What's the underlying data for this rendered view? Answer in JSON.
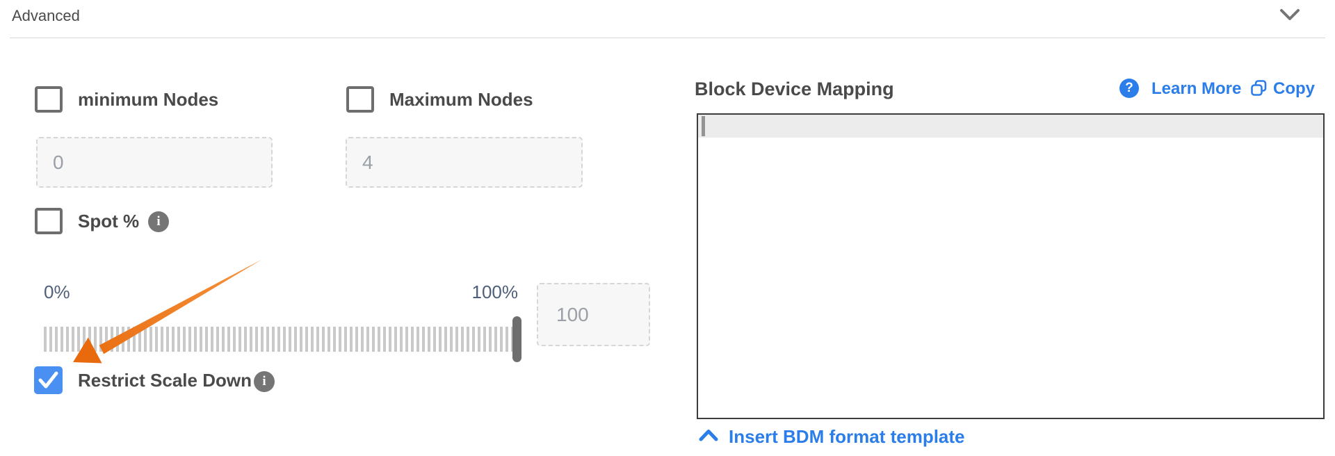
{
  "header": {
    "title": "Advanced"
  },
  "left_panel": {
    "min_nodes": {
      "label": "minimum Nodes",
      "value": "0",
      "checked": false
    },
    "max_nodes": {
      "label": "Maximum Nodes",
      "value": "4",
      "checked": false
    },
    "spot": {
      "label": "Spot %",
      "checked": false,
      "info_glyph": "i"
    },
    "slider": {
      "min_label": "0%",
      "max_label": "100%",
      "value": "100"
    },
    "restrict_scale_down": {
      "label": "Restrict Scale Down",
      "checked": true,
      "info_glyph": "i"
    }
  },
  "right_panel": {
    "title": "Block Device Mapping",
    "learn_more": {
      "label": "Learn More",
      "icon_glyph": "?"
    },
    "copy": {
      "label": "Copy"
    },
    "editor": {
      "content": ""
    },
    "insert_template": {
      "label": "Insert BDM format template"
    }
  },
  "colors": {
    "accent-blue": "#2b7de9",
    "checkbox-checked": "#4a90f2",
    "arrow-orange": "#ee7623",
    "label-dark": "#4a4a4a",
    "input-text": "#9aa0a6",
    "slider-label": "#50607a",
    "icon-gray": "#757575",
    "checkbox-border": "#6e6e6e",
    "track-bar": "#c9c9c9",
    "editor-border": "#3c3c3c",
    "highlight-line": "#ececec"
  }
}
